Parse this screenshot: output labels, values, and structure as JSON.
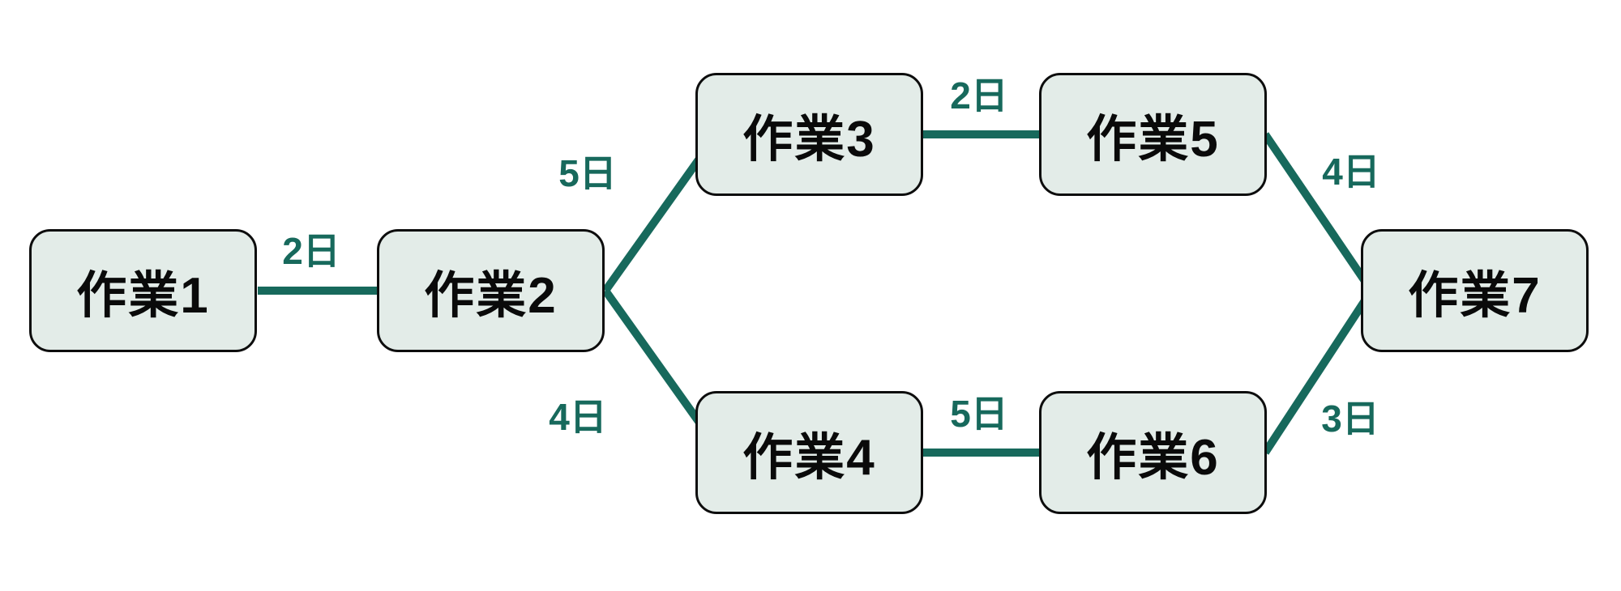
{
  "diagram": {
    "type": "project-network-diagram",
    "nodes": [
      {
        "id": "n1",
        "label": "作業1"
      },
      {
        "id": "n2",
        "label": "作業2"
      },
      {
        "id": "n3",
        "label": "作業3"
      },
      {
        "id": "n4",
        "label": "作業4"
      },
      {
        "id": "n5",
        "label": "作業5"
      },
      {
        "id": "n6",
        "label": "作業6"
      },
      {
        "id": "n7",
        "label": "作業7"
      }
    ],
    "edges": [
      {
        "from": "作業1",
        "to": "作業2",
        "label": "2日"
      },
      {
        "from": "作業2",
        "to": "作業3",
        "label": "5日"
      },
      {
        "from": "作業2",
        "to": "作業4",
        "label": "4日"
      },
      {
        "from": "作業3",
        "to": "作業5",
        "label": "2日"
      },
      {
        "from": "作業4",
        "to": "作業6",
        "label": "5日"
      },
      {
        "from": "作業5",
        "to": "作業7",
        "label": "4日"
      },
      {
        "from": "作業6",
        "to": "作業7",
        "label": "3日"
      }
    ],
    "colors": {
      "edge_line": "#17695c",
      "edge_label_text": "#17695c",
      "node_fill": "#e3ece8",
      "node_border": "#0d0d0d",
      "node_text": "#0a0a0a",
      "background": "#ffffff"
    }
  }
}
